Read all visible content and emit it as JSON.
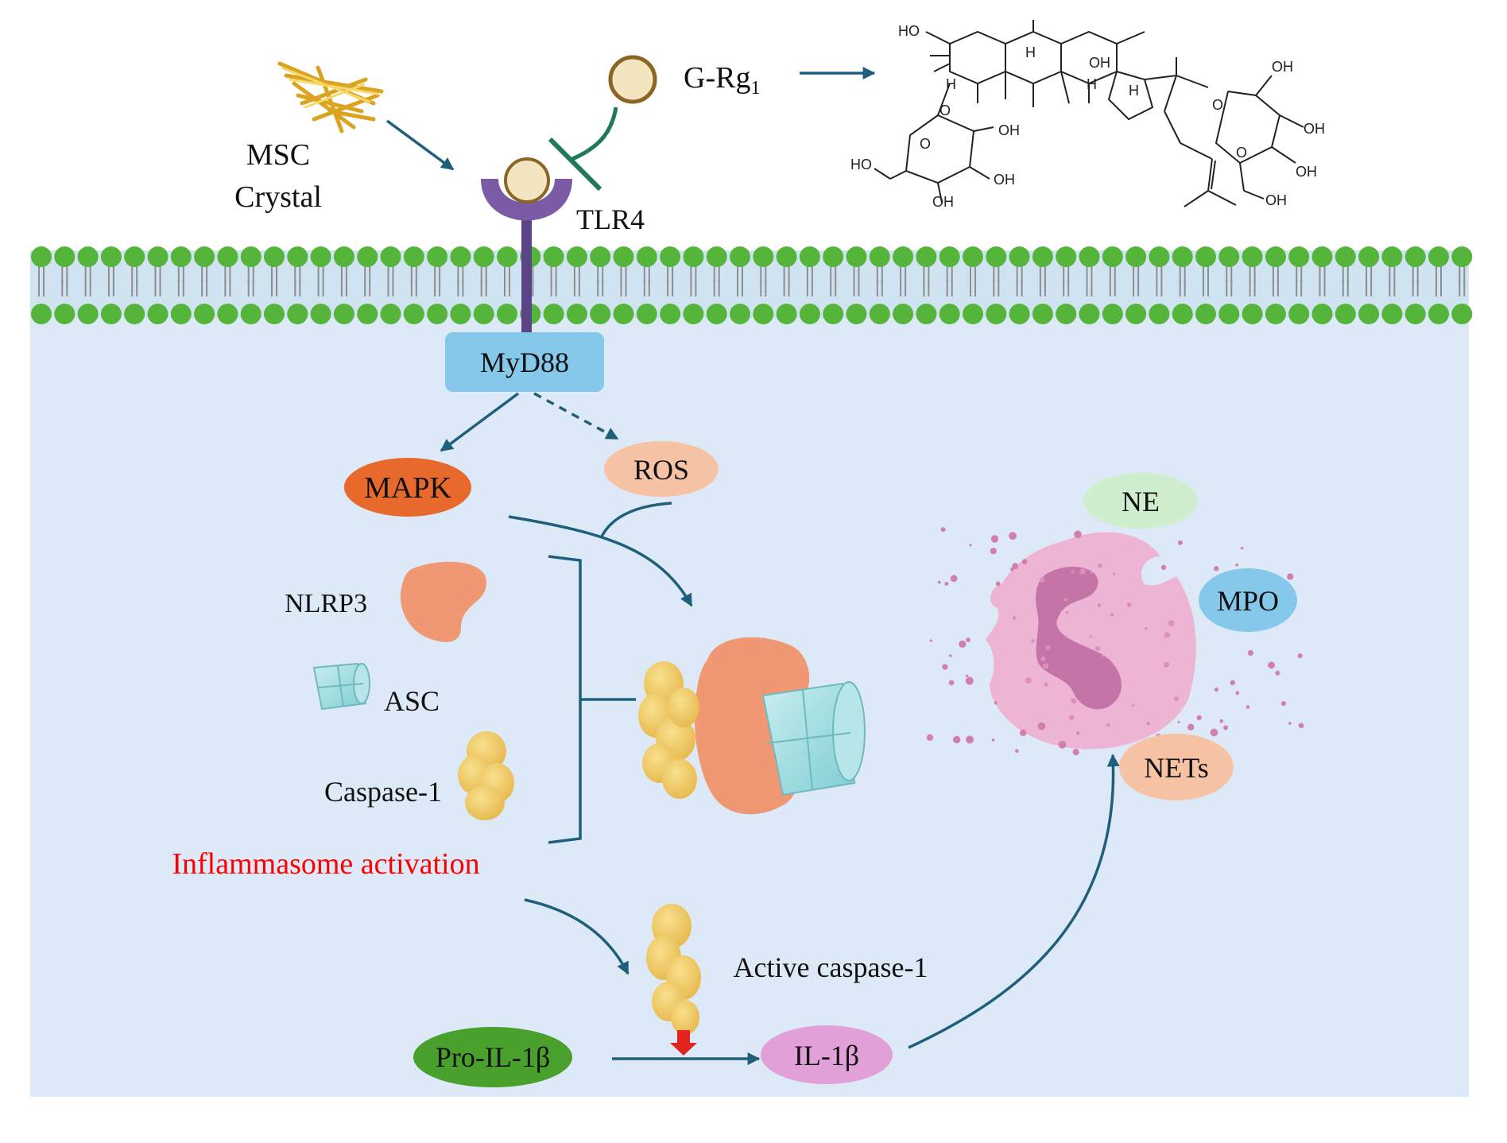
{
  "labels": {
    "msc": "MSC",
    "crystal": "Crystal",
    "grg1_main": "G-Rg",
    "grg1_sub": "1",
    "tlr4": "TLR4",
    "myd88": "MyD88",
    "mapk": "MAPK",
    "ros": "ROS",
    "nlrp3": "NLRP3",
    "asc": "ASC",
    "caspase1": "Caspase-1",
    "inflammasome_activation": "Inflammasome activation",
    "active_caspase1": "Active caspase-1",
    "pro_il1b": "Pro-IL-1β",
    "il1b": "IL-1β",
    "ne": "NE",
    "mpo": "MPO",
    "nets": "NETs"
  },
  "chemical_labels": {
    "ho": "HO",
    "oh": "OH",
    "h": "H",
    "o": "O"
  },
  "colors": {
    "cell_background": "#dde9f6",
    "membrane_head": "#55b43a",
    "myd88": "#86c8ea",
    "mapk": "#e8692c",
    "ros": "#f6c3a4",
    "ne": "#cfeecd",
    "mpo": "#86c8ea",
    "nets": "#f6c3a4",
    "pro_il1b": "#4aa02c",
    "il1b": "#e2a0d8",
    "arrow": "#1f5f7c",
    "inhibitor": "#1f7a5a",
    "receptor": "#7b5aa6",
    "crystal": "#f2c33b",
    "ligand": "#f3e5c0",
    "nlrp3": "#f09874",
    "asc": "#9fdcde",
    "caspase": "#f2cb6a",
    "neutrophil": "#eeb4d4",
    "nucleus": "#c574a8",
    "emphasis_text": "#ff0000",
    "cleavage_arrow": "#e4231f"
  }
}
